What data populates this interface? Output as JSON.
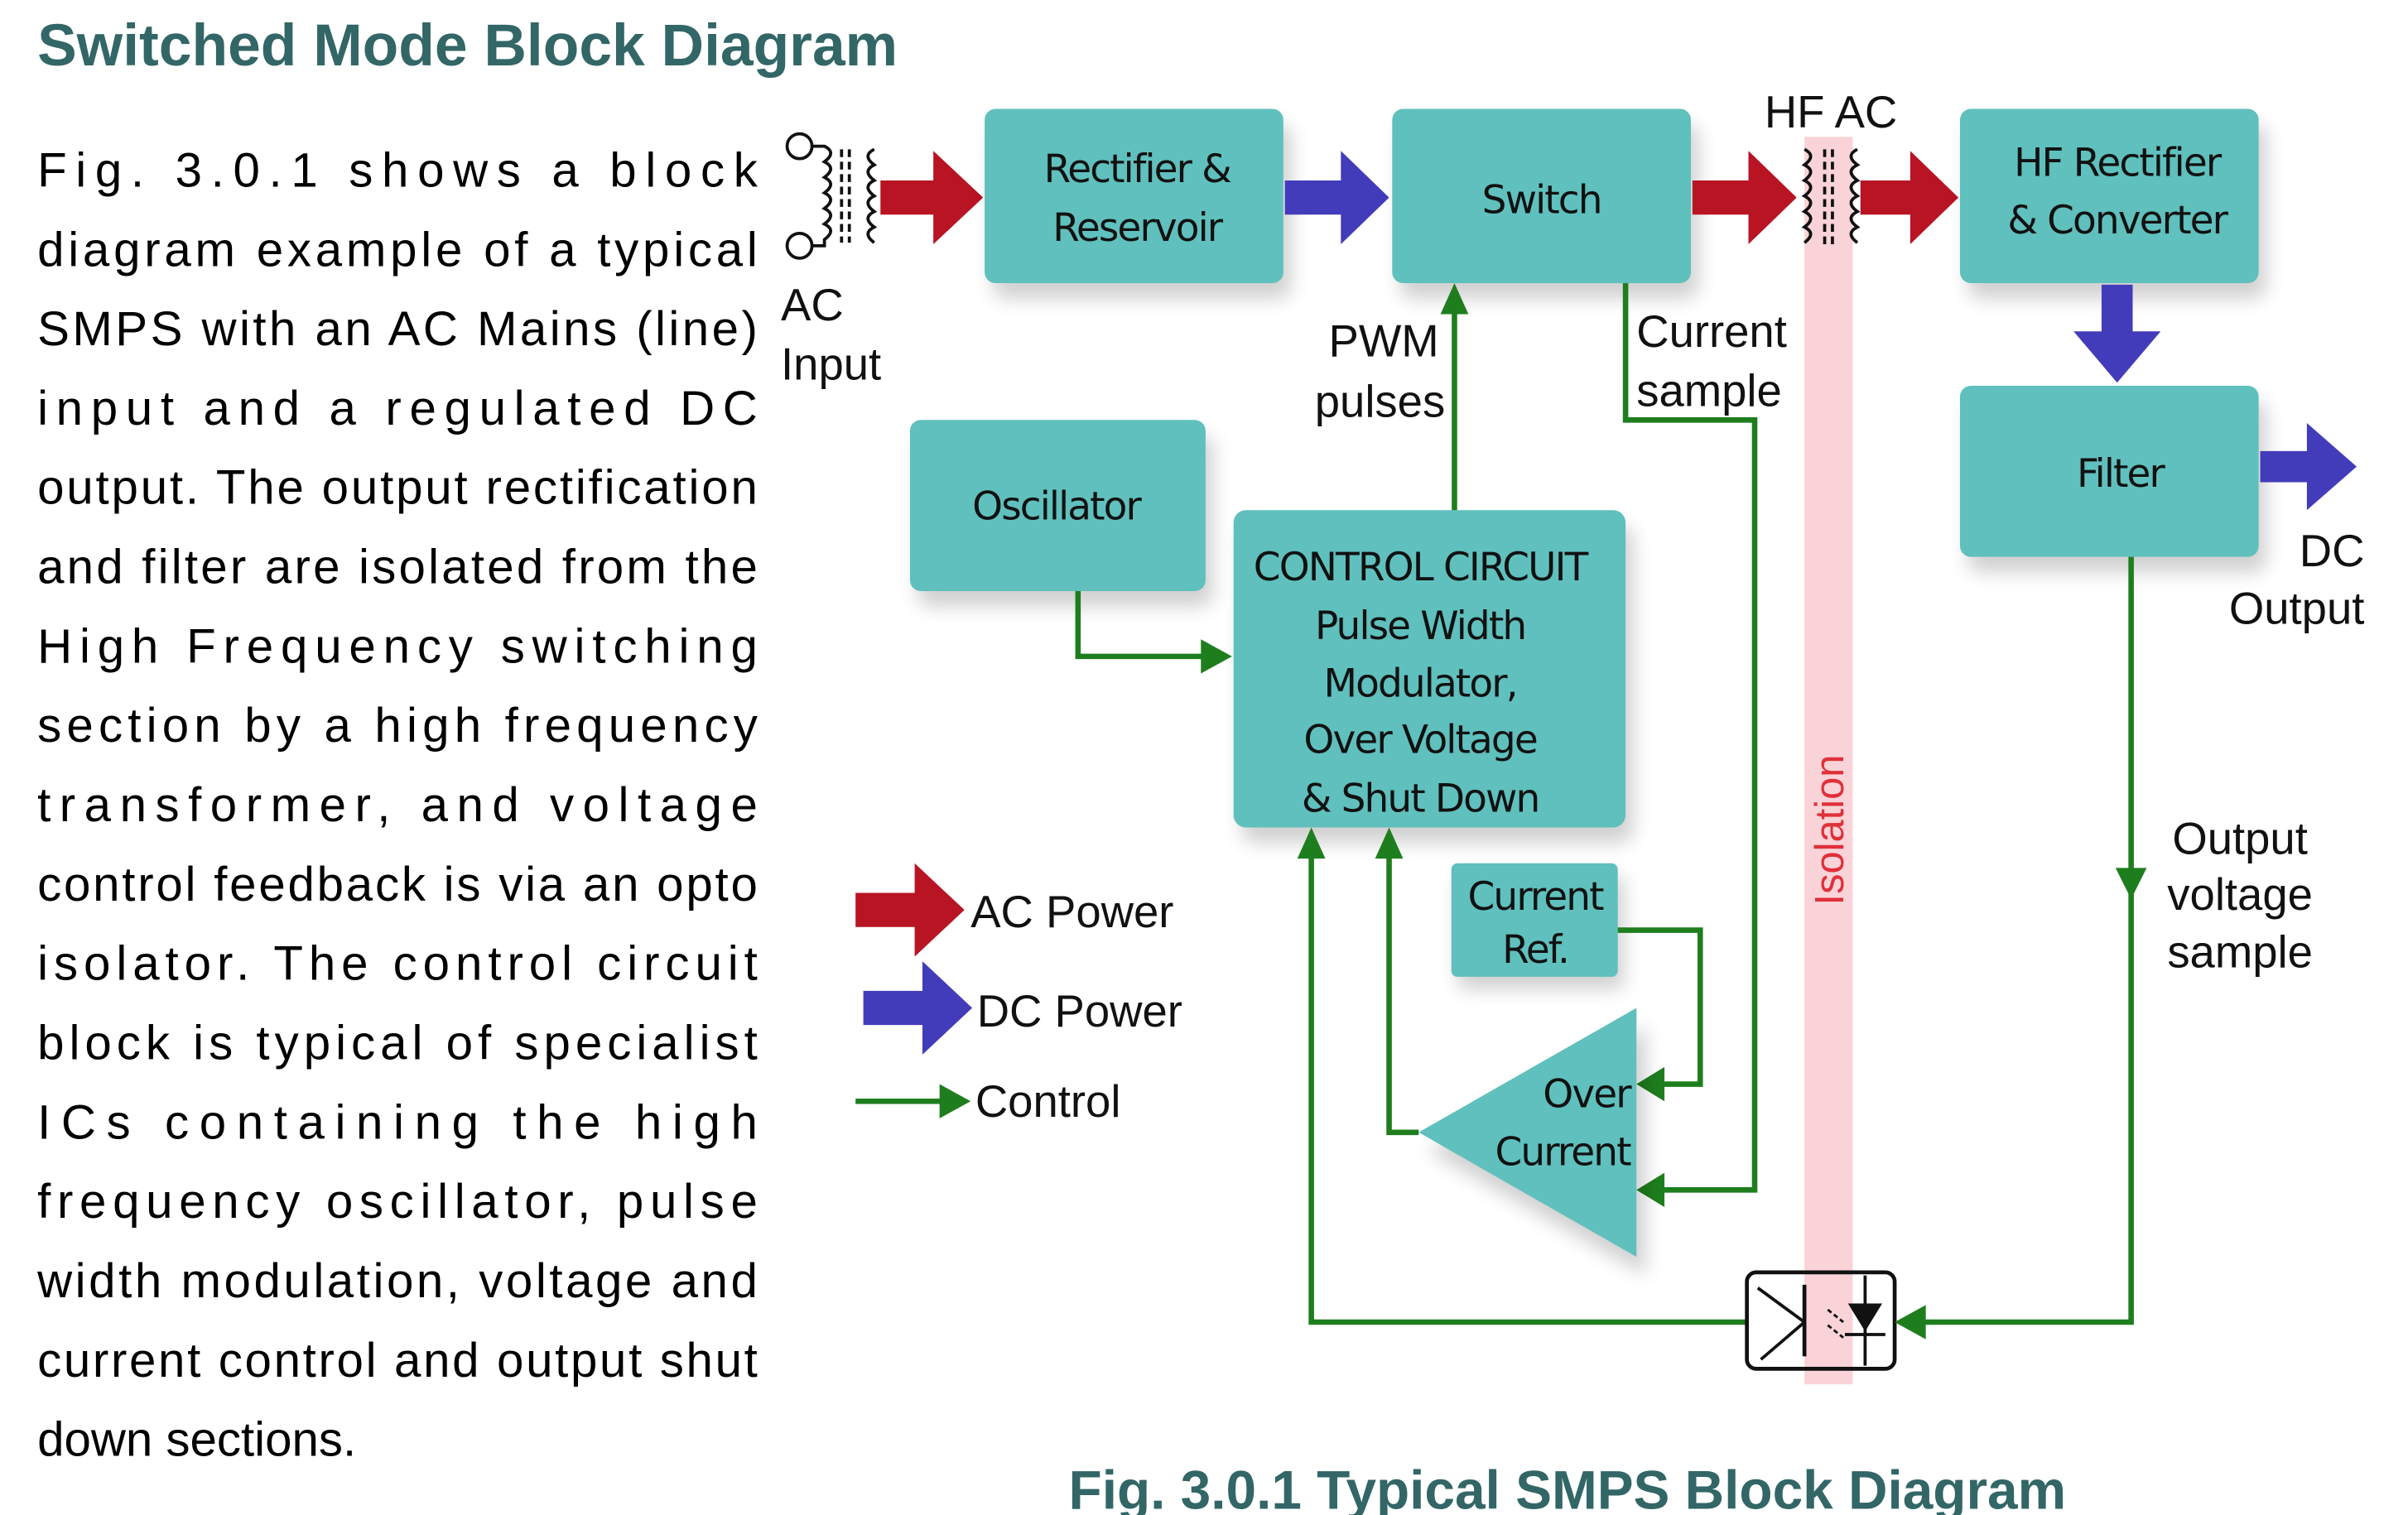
{
  "page": {
    "title": "Switched Mode Block Diagram",
    "caption": "Fig. 3.0.1 Typical SMPS Block Diagram"
  },
  "paragraph": {
    "lines": [
      "Fig. 3.0.1 shows a block",
      "diagram example of a typical",
      "SMPS with an AC Mains (line)",
      "input and a regulated DC",
      "output. The output rectification",
      "and filter are isolated from the",
      "High Frequency switching",
      "section by a high frequency",
      "transformer, and voltage",
      "control feedback is via an opto",
      "isolator. The control circuit",
      "block is typical of specialist",
      "ICs containing the high",
      "frequency oscillator, pulse",
      "width modulation, voltage and",
      "current control and output shut",
      "down sections."
    ]
  },
  "diagram": {
    "blocks": {
      "rectifier": [
        "Rectifier &",
        "Reservoir"
      ],
      "switch": [
        "Switch"
      ],
      "hf_rectifier": [
        "HF Rectifier",
        "& Converter"
      ],
      "filter": [
        "Filter"
      ],
      "oscillator": [
        "Oscillator"
      ],
      "control": [
        "CONTROL CIRCUIT",
        "Pulse Width",
        "Modulator,",
        "Over Voltage",
        "& Shut Down"
      ],
      "current_ref": [
        "Current",
        "Ref."
      ],
      "over_current": [
        "Over",
        "Current"
      ]
    },
    "labels": {
      "ac_input": [
        "AC",
        "Input"
      ],
      "hf_ac": "HF AC",
      "dc_output": [
        "DC",
        "Output"
      ],
      "pwm_pulses": [
        "PWM",
        "pulses"
      ],
      "current_sample": [
        "Current",
        "sample"
      ],
      "output_voltage_sample": [
        "Output",
        "voltage",
        "sample"
      ],
      "isolation": "Isolation"
    },
    "legend": [
      {
        "label": "AC Power",
        "icon": "red-arrow",
        "color": "#B81424"
      },
      {
        "label": "DC Power",
        "icon": "blue-arrow",
        "color": "#433CBA"
      },
      {
        "label": "Control",
        "icon": "green-line-arrow",
        "color": "#1E7E1E"
      }
    ],
    "colors": {
      "block": "#5FC0BD",
      "ac_power": "#B81424",
      "dc_power": "#433CBA",
      "control": "#1E7E1E",
      "isolation_band": "#F9D3D7",
      "heading": "#336666"
    }
  }
}
